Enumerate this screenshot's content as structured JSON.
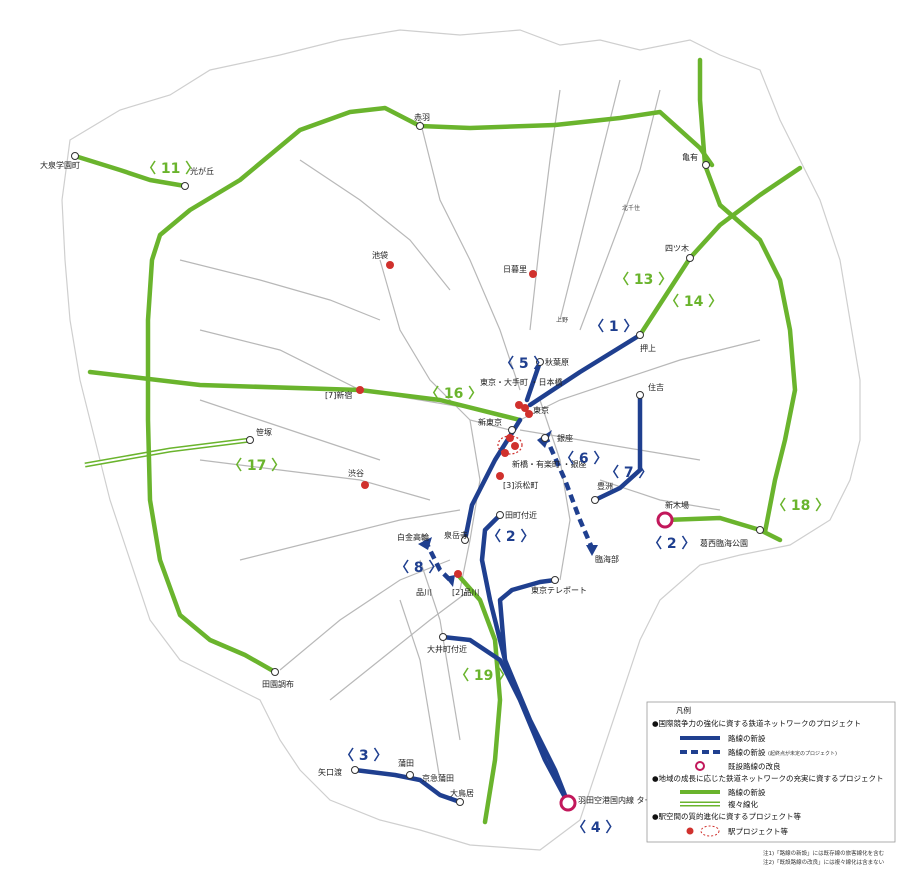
{
  "colors": {
    "blue": "#1f3f8f",
    "green": "#6ab42d",
    "red_station": "#d0312d",
    "grey_line": "#b8b8b8",
    "outline": "#cfcfcf"
  },
  "stations": {
    "akabane": "赤羽",
    "hikarigaoka": "光が丘",
    "oizumi": "大泉学園町",
    "kameari": "亀有",
    "yotsugi": "四ツ木",
    "oshiage": "押上",
    "sumiyoshi": "住吉",
    "toyosu": "豊洲",
    "shinkiba": "新木場",
    "kasai": "葛西臨海公園",
    "ikebukuro": "池袋",
    "nippori": "日暮里",
    "akihabara": "秋葉原",
    "tokyo": "東京・大手町\n・日本橋",
    "tokyo2": "東京",
    "shintokyo": "新東京",
    "ginza": "銀座",
    "shinbashi": "新橋・有楽町\n・銀座",
    "hamamatsucho": "[3]浜松町",
    "tamachi": "田町付近",
    "shinjuku": "[7]新宿",
    "sasazuka": "笹塚",
    "shibuya": "渋谷",
    "shirokane": "白金高輪",
    "sengakuji": "泉岳寺",
    "shinagawa": "品川",
    "shinagawa2": "[2]品川",
    "tokyo_teleport": "東京テレポート",
    "rinkai": "臨海部",
    "oimachi": "大井町付近",
    "denenchofu": "田園調布",
    "yaguchi": "矢口渡",
    "kamata": "蒲田",
    "keikyu_kamata": "京急蒲田",
    "otorii": "大鳥居",
    "haneda": "羽田空港国内線\nターミナル",
    "ueno": "上野",
    "kitasenju": "北千住"
  },
  "projects": {
    "p1": "〈 1 〉",
    "p2a": "〈 2 〉",
    "p2b": "〈 2 〉",
    "p3": "〈 3 〉",
    "p4": "〈 4 〉",
    "p5": "〈 5 〉",
    "p6": "〈 6 〉",
    "p7": "〈 7 〉",
    "p8": "〈 8 〉",
    "p11": "〈 11 〉",
    "p13": "〈 13 〉",
    "p14": "〈 14 〉",
    "p16": "〈 16 〉",
    "p17": "〈 17 〉",
    "p18": "〈 18 〉",
    "p19": "〈 19 〉"
  },
  "legend": {
    "title": "凡例",
    "section1": "●国際競争力の強化に資する鉄道ネットワークのプロジェクト",
    "new_line": "路線の新設",
    "new_line_dashed": "路線の新設",
    "new_line_dashed_note": "(起終点が未定のプロジェクト)",
    "improvement": "既設路線の改良",
    "section2": "●地域の成長に応じた鉄道ネットワークの充実に資するプロジェクト",
    "new_line2": "路線の新設",
    "double_track": "複々線化",
    "section3": "●駅空間の質的進化に資するプロジェクト等",
    "station_project": "駅プロジェクト等"
  },
  "notes": {
    "note1": "注1)「路線の新設」には既存線の旅客線化を含む",
    "note2": "注2)「既設路線の改良」には複々線化は含まない"
  }
}
